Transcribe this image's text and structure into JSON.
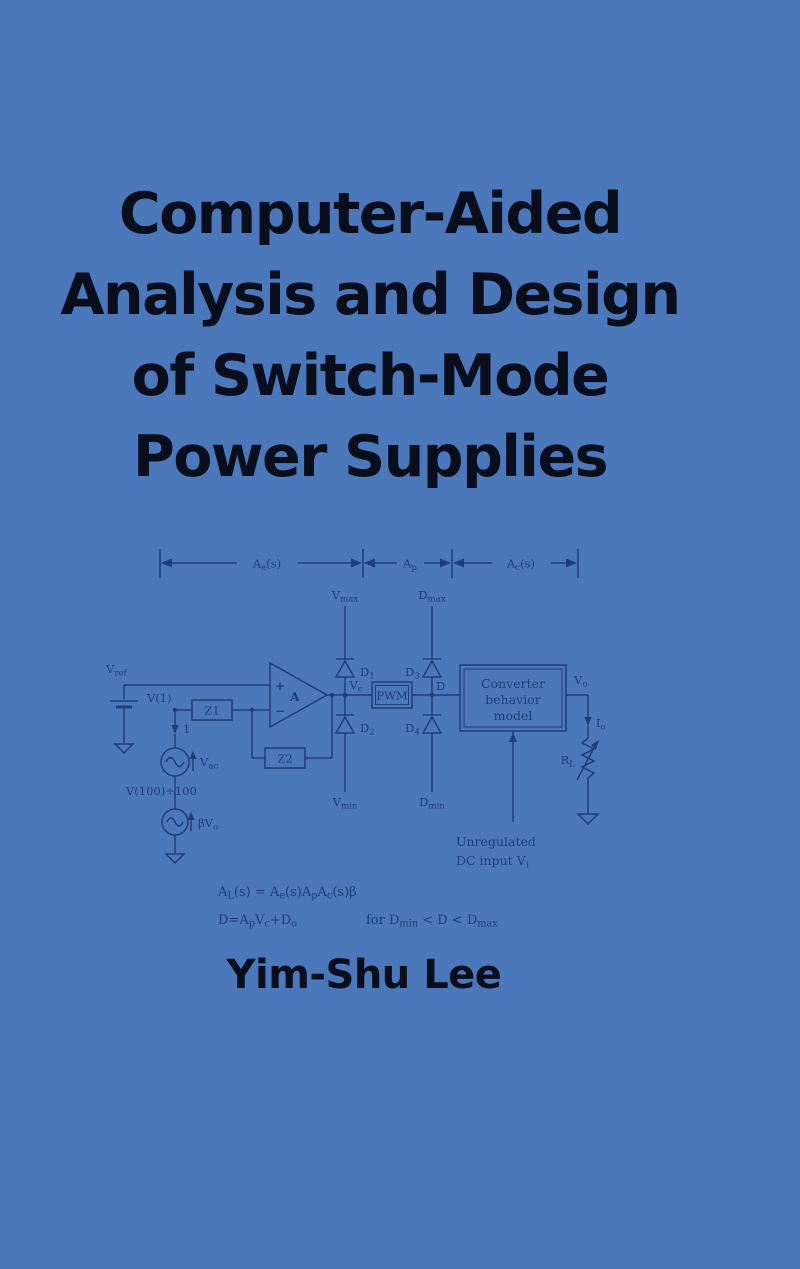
{
  "cover": {
    "title_lines": [
      "Computer-Aided",
      "Analysis and Design",
      "of Switch-Mode",
      "Power Supplies"
    ],
    "author": "Yim-Shu Lee"
  },
  "colors": {
    "background": "#4a78ba",
    "title_text": "#0a0e1c",
    "diagram": "#1d3d7d"
  },
  "diagram": {
    "dimension_labels": {
      "stage1": "A_{e}(s)",
      "stage2": "A_{p}",
      "stage3": "A_{c}(s)"
    },
    "labels": {
      "vmax": "V_{max}",
      "dmax": "D_{max}",
      "vmin": "V_{min}",
      "dmin": "D_{min}",
      "vref": "V_{ref}",
      "v1": "V(1)",
      "one": "1",
      "z1": "Z1",
      "z2": "Z2",
      "plus": "+",
      "minus": "−",
      "opamp": "A",
      "vc": "V_{c}",
      "pwm": "PWM",
      "d_node": "D",
      "d1": "D_{1}",
      "d2": "D_{2}",
      "d3": "D_{3}",
      "d4": "D_{4}",
      "vac": "V_{ac}",
      "v100": "V(100)÷100",
      "beta_vo": "βV_{o}",
      "converter_line1": "Converter",
      "converter_line2": "behavior",
      "converter_line3": "model",
      "vo": "V_{o}",
      "io": "I_{o}",
      "rl": "R_{L}",
      "unregulated_line1": "Unregulated",
      "unregulated_line2": "DC input V_{i}"
    },
    "equations": {
      "loop_gain": "A_{L}(s) = A_{e}(s)A_{p}A_{c}(s)β",
      "duty": "D=A_{p}V_{c}+D_{o}",
      "condition": "for  D_{min} <  D  < D_{max}"
    }
  }
}
